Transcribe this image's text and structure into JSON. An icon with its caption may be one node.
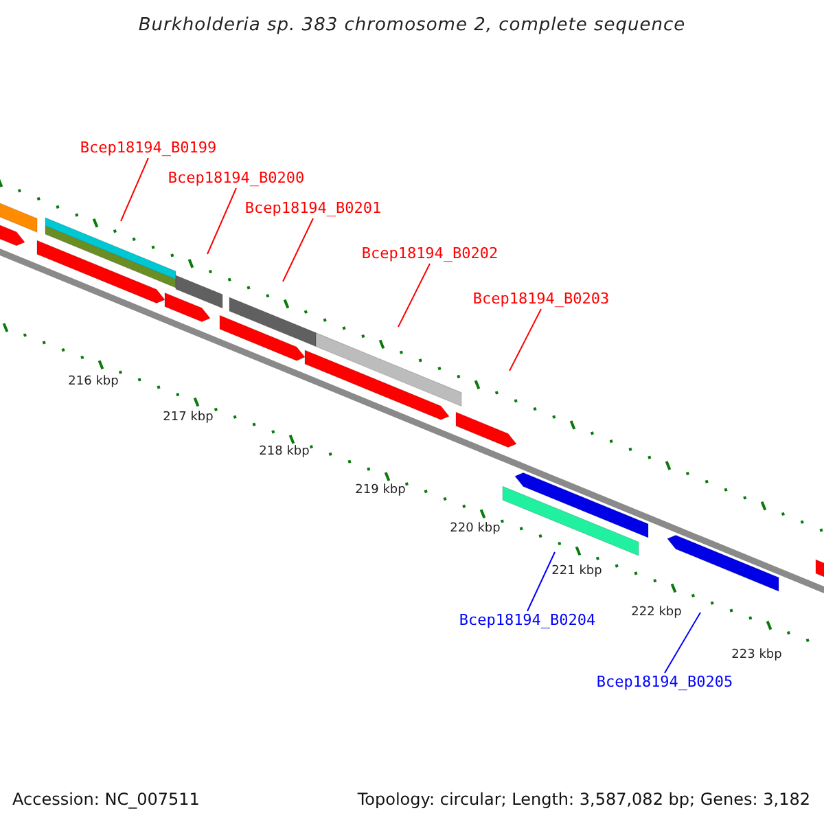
{
  "diagram": {
    "title": "Burkholderia sp. 383 chromosome 2, complete sequence",
    "nodes": [
      {
        "text": [
          "Bcep18194_B0199"
        ]
      },
      {
        "text": [
          "Bcep18194_B0200"
        ]
      },
      {
        "text": [
          "Bcep18194_B0201"
        ]
      },
      {
        "text": [
          "Bcep18194_B0202"
        ]
      },
      {
        "text": [
          "Bcep18194_B0203"
        ]
      },
      {
        "text": [
          "Bcep18194_B0204"
        ]
      },
      {
        "text": [
          "Bcep18194_B0205"
        ]
      }
    ],
    "edges": [
      {
        "from": 0,
        "to": null,
        "arrow": "none"
      },
      {
        "from": 1,
        "to": null,
        "arrow": "none"
      },
      {
        "from": 2,
        "to": null,
        "arrow": "none"
      },
      {
        "from": 3,
        "to": null,
        "arrow": "none"
      },
      {
        "from": 4,
        "to": null,
        "arrow": "none"
      },
      {
        "from": 5,
        "to": null,
        "arrow": "none",
        "color": "#0000ff"
      },
      {
        "from": 6,
        "to": null,
        "arrow": "none",
        "color": "#0000ff"
      }
    ],
    "labels": [
      "216 kbp",
      "217 kbp",
      "218 kbp",
      "219 kbp",
      "220 kbp",
      "221 kbp",
      "222 kbp",
      "223 kbp",
      "Accession: NC_007511",
      "Topology: circular; Length: 3,587,082 bp; Genes: 3,182"
    ]
  }
}
